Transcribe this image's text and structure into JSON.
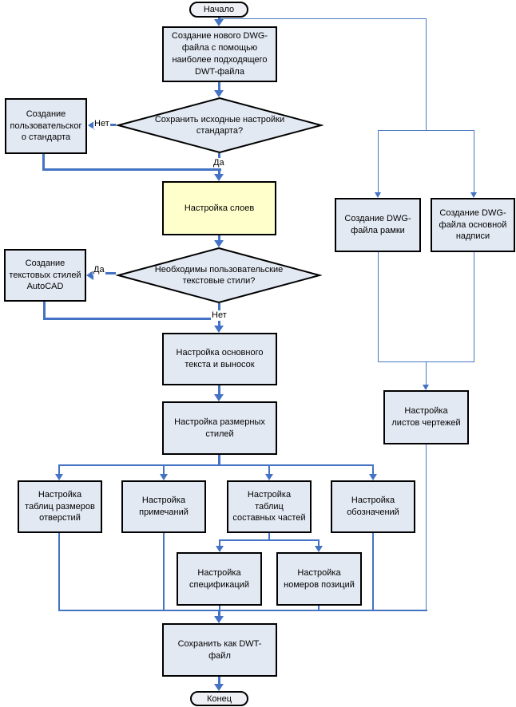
{
  "diagram": {
    "type": "flowchart",
    "language": "ru",
    "nodes": {
      "start": "Начало",
      "create_dwg": "Создание нового DWG-\nфайла с помощью\nнаиболее подходящего\nDWT-файла",
      "decision_keep_standard": "Сохранить исходные настройки\nстандарта?",
      "custom_standard": "Создание\nпользовательског\nо стандарта",
      "layers": "Настройка слоев",
      "decision_text_styles": "Необходимы пользовательские\nтекстовые стили?",
      "create_text_styles": "Создание\nтекстовых стилей\nAutoCAD",
      "base_text": "Настройка основного\nтекста и выносок",
      "dim_styles": "Настройка размерных\nстилей",
      "hole_tables": "Настройка\nтаблиц размеров\nотверстий",
      "notes": "Настройка\nпримечаний",
      "parts_tables": "Настройка\nтаблиц\nсоставных частей",
      "symbols": "Настройка\nобозначений",
      "specifications": "Настройка\nспецификаций",
      "item_numbers": "Настройка\nномеров позиций",
      "frame_dwg": "Создание DWG-\nфайла рамки",
      "title_block_dwg": "Создание DWG-\nфайла основной\nнадписи",
      "sheet_setup": "Настройка\nлистов чертежей",
      "save_dwt": "Сохранить как DWT-\nфайл",
      "end": "Конец"
    },
    "edge_labels": {
      "keep_standard_no": "Нет",
      "keep_standard_yes": "Да",
      "text_styles_yes": "Да",
      "text_styles_no": "Нет"
    },
    "colors": {
      "connector": "#4472c4",
      "node_fill": "#e3e9f3",
      "highlight_fill": "#ffffcc",
      "terminal_fill": "#eef0f5",
      "border": "#000000",
      "background": "#ffffff"
    }
  }
}
